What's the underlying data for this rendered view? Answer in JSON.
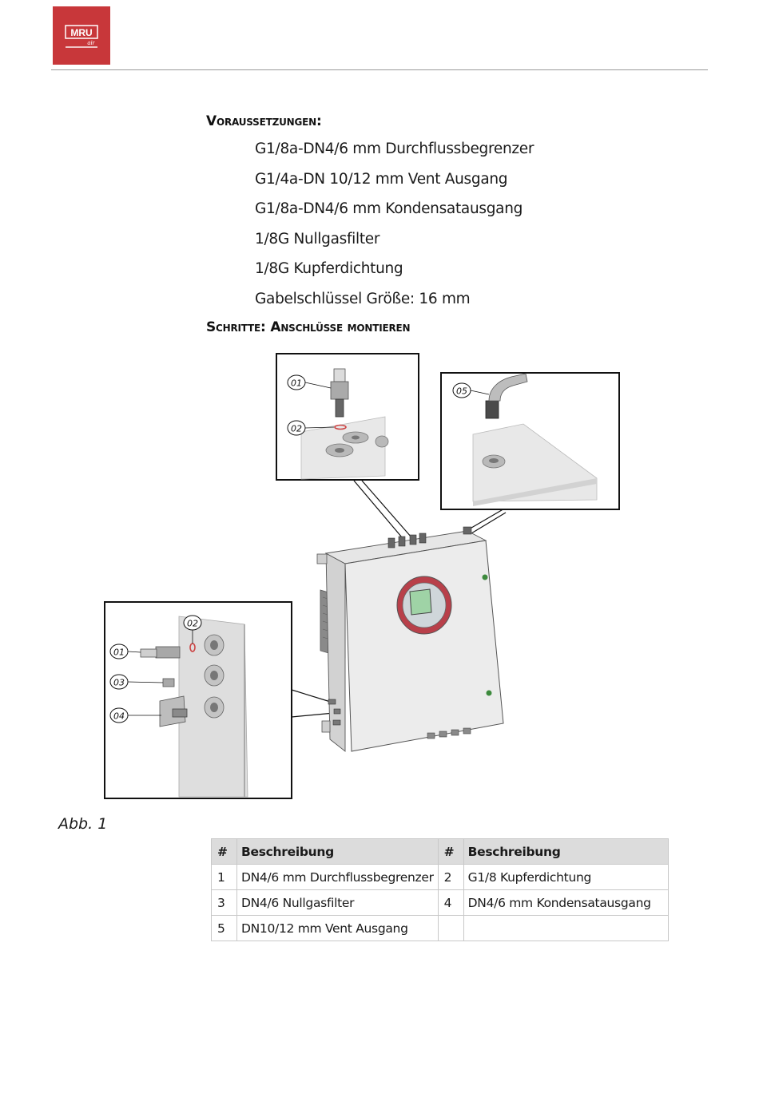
{
  "header": {
    "logo_text": "MRU",
    "logo_subtext": "air"
  },
  "requirements": {
    "heading": "Voraussetzungen:",
    "items": [
      "G1/8a-DN4/6 mm Durchflussbegrenzer",
      "G1/4a-DN 10/12 mm Vent Ausgang",
      "G1/8a-DN4/6 mm Kondensatausgang",
      "1/8G Nullgasfilter",
      "1/8G Kupferdichtung",
      "Gabelschlüssel Größe: 16 mm"
    ]
  },
  "steps": {
    "heading": "Schritte: Anschlüsse montieren"
  },
  "figure": {
    "callouts": [
      "01",
      "02",
      "05",
      "02",
      "01",
      "03",
      "04"
    ],
    "caption": "Abb. 1"
  },
  "table": {
    "headers": [
      "#",
      "Beschreibung",
      "#",
      "Beschreibung"
    ],
    "rows": [
      [
        "1",
        "DN4/6 mm Durchflussbegrenzer",
        "2",
        "G1/8 Kupferdichtung"
      ],
      [
        "3",
        "DN4/6 Nullgasfilter",
        "4",
        "DN4/6 mm Kondensatausgang"
      ],
      [
        "5",
        "DN10/12 mm Vent Ausgang",
        "",
        ""
      ]
    ]
  },
  "colors": {
    "brand_red": "#c8373a"
  }
}
